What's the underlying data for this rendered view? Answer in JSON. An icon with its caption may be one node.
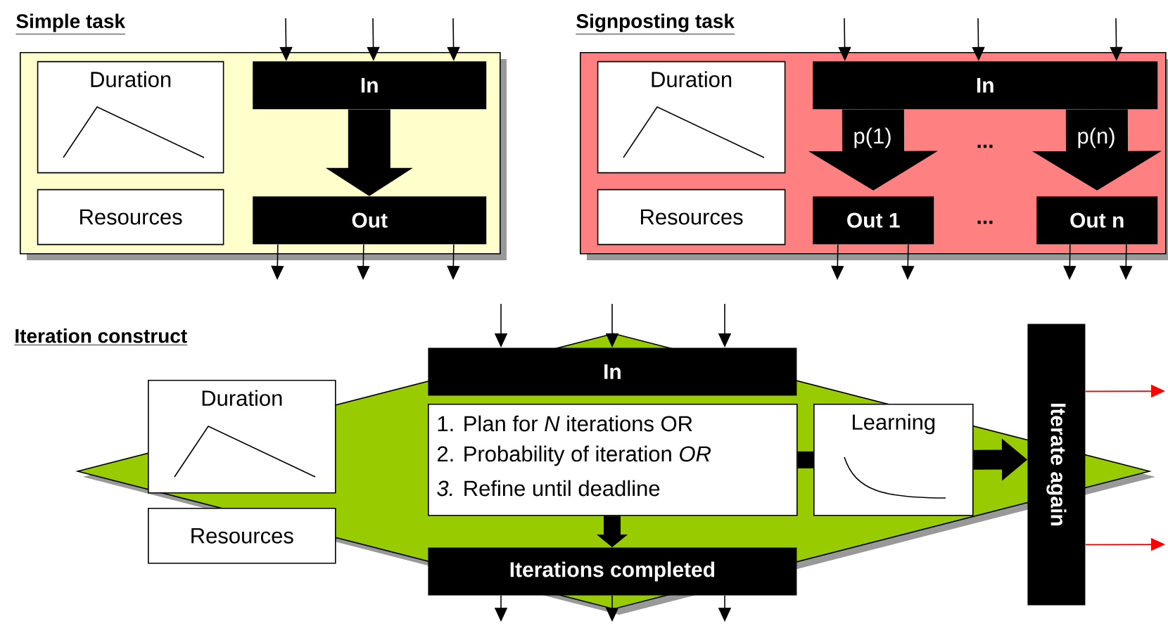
{
  "diagram": {
    "nodes": [
      {
        "text": [
          "Simple task"
        ]
      },
      {
        "text": [
          "Duration"
        ],
        "in": 0
      },
      {
        "text": [
          "Resources"
        ],
        "in": 0
      },
      {
        "text": [
          "In"
        ],
        "in": 0
      },
      {
        "text": [
          "Out"
        ],
        "in": 0
      },
      {
        "text": [
          "Signposting task"
        ]
      },
      {
        "text": [
          "Duration"
        ],
        "in": 5
      },
      {
        "text": [
          "Resources"
        ],
        "in": 5
      },
      {
        "text": [
          "In"
        ],
        "in": 5
      },
      {
        "text": [
          "Out 1"
        ],
        "in": 5
      },
      {
        "text": [
          "Out n"
        ],
        "in": 5
      },
      {
        "text": [
          "Iteration construct"
        ]
      },
      {
        "text": [
          "Duration"
        ],
        "in": 11
      },
      {
        "text": [
          "Resources"
        ]
      },
      {
        "text": [
          "In"
        ],
        "in": 11
      },
      {
        "text": [
          "1. Plan for *N* iterations OR",
          "2. Probability of iteration *OR*",
          "*3.* Refine until deadline"
        ],
        "in": 11
      },
      {
        "text": [
          "Learning"
        ],
        "in": 11
      },
      {
        "text": [
          "Iterations completed"
        ],
        "in": 11
      },
      {
        "text": [
          "Iterate again"
        ],
        "in": 11
      }
    ],
    "edges": [
      {
        "from": null,
        "to": 3,
        "arrow": "to"
      },
      {
        "from": null,
        "to": 3,
        "arrow": "to"
      },
      {
        "from": null,
        "to": 3,
        "arrow": "to"
      },
      {
        "from": 3,
        "to": 4,
        "arrow": "to",
        "style": "thick"
      },
      {
        "from": 4,
        "to": null,
        "arrow": "to"
      },
      {
        "from": 4,
        "to": null,
        "arrow": "to"
      },
      {
        "from": 4,
        "to": null,
        "arrow": "to"
      },
      {
        "from": null,
        "to": 8,
        "arrow": "to"
      },
      {
        "from": null,
        "to": 8,
        "arrow": "to"
      },
      {
        "from": null,
        "to": 8,
        "arrow": "to"
      },
      {
        "from": 8,
        "to": 9,
        "arrow": "to",
        "style": "thick",
        "label": "p(1)"
      },
      {
        "from": 8,
        "to": 10,
        "arrow": "to",
        "style": "thick",
        "label": "p(n)"
      },
      {
        "from": 9,
        "to": null,
        "arrow": "to"
      },
      {
        "from": 9,
        "to": null,
        "arrow": "to"
      },
      {
        "from": 10,
        "to": null,
        "arrow": "to"
      },
      {
        "from": 10,
        "to": null,
        "arrow": "to"
      },
      {
        "from": null,
        "to": 14,
        "arrow": "to"
      },
      {
        "from": null,
        "to": 14,
        "arrow": "to"
      },
      {
        "from": null,
        "to": 14,
        "arrow": "to"
      },
      {
        "from": 15,
        "to": 17,
        "arrow": "to",
        "style": "thick"
      },
      {
        "from": 15,
        "to": 16,
        "arrow": "none",
        "style": "thick"
      },
      {
        "from": 16,
        "to": 18,
        "arrow": "to",
        "style": "thick"
      },
      {
        "from": 17,
        "to": null,
        "arrow": "to"
      },
      {
        "from": 17,
        "to": null,
        "arrow": "to"
      },
      {
        "from": 17,
        "to": null,
        "arrow": "to"
      },
      {
        "from": 18,
        "to": null,
        "arrow": "to",
        "color": "#ff0000"
      },
      {
        "from": 18,
        "to": null,
        "arrow": "to",
        "color": "#ff0000"
      }
    ],
    "labels": [
      "...",
      "..."
    ]
  }
}
